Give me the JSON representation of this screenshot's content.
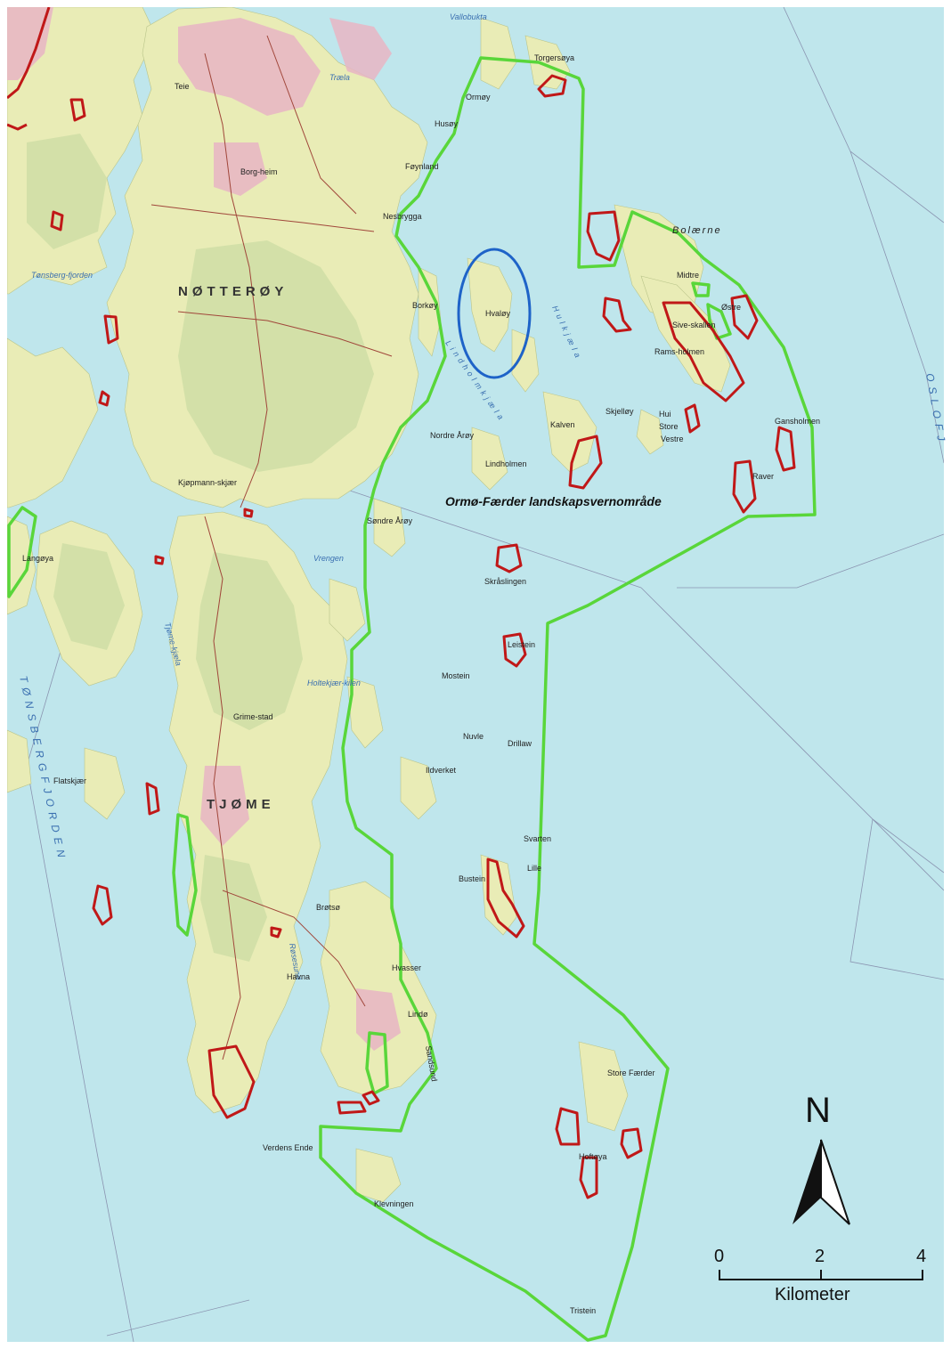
{
  "map": {
    "area_label": "Ormø-Færder landskapsvernområde",
    "north_label": "N",
    "scale": {
      "ticks": [
        "0",
        "2",
        "4"
      ],
      "unit": "Kilometer"
    },
    "colors": {
      "sea": "#bfe6ec",
      "land": "#e9ecb6",
      "forest": "#c9dca2",
      "urban": "#e8b5c4",
      "road": "#a0463a",
      "protected_boundary": "#59d63a",
      "reserve_outline": "#c01818",
      "highlight_ellipse": "#1e63c8",
      "depth_line": "#8a94b0"
    },
    "labels": {
      "notteroy": "NØTTERØY",
      "tjome": "TJØME",
      "oslofjorden": "OSLOFJ",
      "tonsbergfjorden": "TØNSBERGFJORDEN",
      "bolaerne": "Bolærne",
      "hulkjaela": "Hulkjæla",
      "lindholmkjaela": "Lindholmkjæla",
      "vallobukta": "Vallobukta",
      "traela": "Træla",
      "tonsberg_fjorden": "Tønsberg-fjorden",
      "vrengen": "Vrengen",
      "holtekjaer": "Holtekjær-kilen",
      "rosesund": "Røsesund",
      "tjome_kjaela": "Tjøme-kjæla",
      "hvaloy": "Hvaløy",
      "ormoy": "Ormøy",
      "husoy": "Husøy",
      "foynland": "Føynland",
      "nesbrygga": "Nesbrygga",
      "borkoy": "Borkøy",
      "nordre_aroy": "Nordre Årøy",
      "sondre_aroy": "Søndre Årøy",
      "lindholmen": "Lindholmen",
      "skraslingen": "Skråslingen",
      "leistein": "Leistein",
      "mostein": "Mostein",
      "store_faerder": "Store Færder",
      "hoftova": "Hoftøya",
      "tristein": "Tristein",
      "verdens_ende": "Verdens Ende",
      "kjopmannskjaer": "Kjøpmann-skjær",
      "hvasser": "Hvasser",
      "brotso": "Brøtsø",
      "lindo": "Lindø",
      "havna": "Havna",
      "grimestad": "Grime-stad",
      "borgheim": "Borg-heim",
      "teie": "Teie",
      "midtre": "Midtre",
      "ostre": "Østre",
      "skjelloy": "Skjelløy",
      "hui": "Hui",
      "store": "Store",
      "vestre": "Vestre",
      "kalven": "Kalven",
      "ramsholmen": "Rams-holmen",
      "sive_skallen": "Sive-skallen",
      "lille": "Lille",
      "bustein": "Bustein",
      "sandsund": "Sandsund",
      "klevningen": "Klevningen",
      "torgersoya": "Torgersøya",
      "flatskjaer": "Flatskjær",
      "langoya": "Langøya",
      "gansholmen": "Gansholmen",
      "raver": "Raver",
      "svarten": "Svarten",
      "drillaw": "Drillaw",
      "nuvle": "Nuvle",
      "ildverket": "Ildverket"
    }
  }
}
